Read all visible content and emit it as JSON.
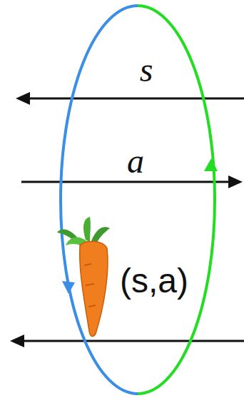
{
  "diagram": {
    "labels": [
      "s",
      "a",
      "(s,a)"
    ]
  }
}
